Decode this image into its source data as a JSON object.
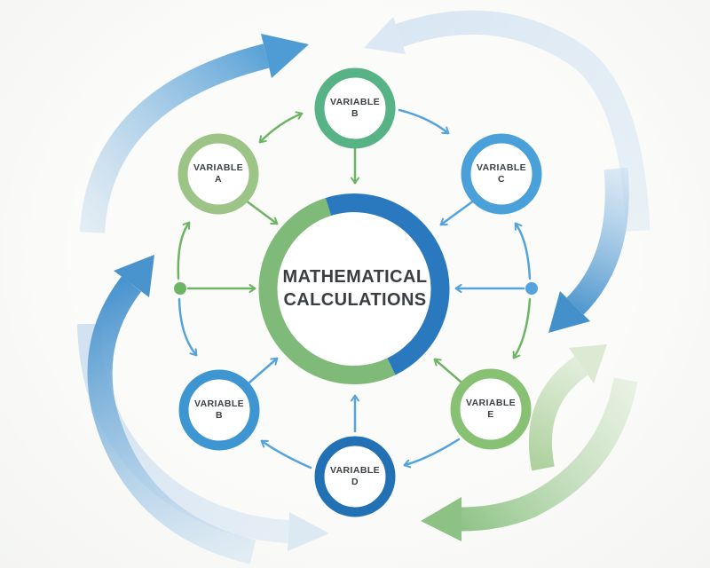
{
  "diagram": {
    "center_title": {
      "line1": "MATHEMATICAL",
      "line2": "CALCULATIONS"
    },
    "center_ring": {
      "green": "#7fba79",
      "blue": "#2a79bf",
      "fill": "#ffffff"
    },
    "nodes": [
      {
        "id": "variable-b-top",
        "line1": "VARIABLE",
        "line2": "B",
        "ring_color": "#57b286"
      },
      {
        "id": "variable-a",
        "line1": "VARIABLE",
        "line2": "A",
        "ring_color": "#9cc487"
      },
      {
        "id": "variable-c",
        "line1": "VARIABLE",
        "line2": "C",
        "ring_color": "#4aa0d9"
      },
      {
        "id": "variable-b-left",
        "line1": "VARIABLE",
        "line2": "B",
        "ring_color": "#3d96d2"
      },
      {
        "id": "variable-e",
        "line1": "VARIABLE",
        "line2": "E",
        "ring_color": "#88c173"
      },
      {
        "id": "variable-d",
        "line1": "VARIABLE",
        "line2": "D",
        "ring_color": "#2171b4"
      }
    ],
    "colors": {
      "thin_green": "#6db465",
      "thin_blue": "#55a3dc",
      "swoosh_blue_strong": "#4f9cd4",
      "swoosh_blue_mid": "#4390cb",
      "swoosh_blue_pale": "#dce9f4",
      "swoosh_green_strong": "#8cc284",
      "swoosh_green_pale": "#dcead4",
      "text": "#3c4043"
    }
  }
}
